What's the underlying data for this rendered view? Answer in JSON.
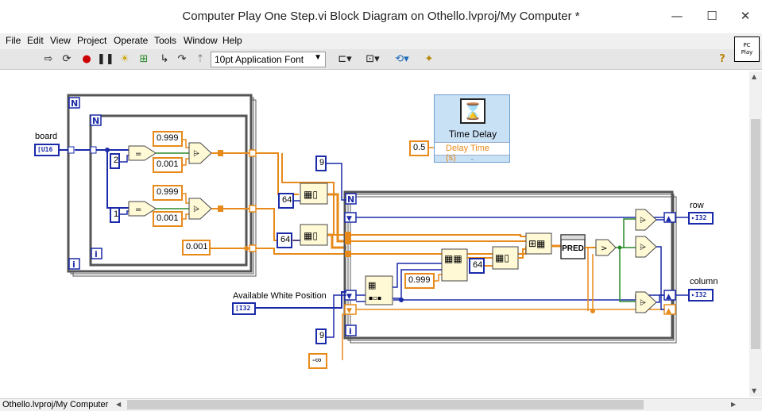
{
  "window": {
    "title": "Computer Play One Step.vi Block Diagram on Othello.lvproj/My Computer *",
    "minimize_glyph": "—",
    "maximize_glyph": "☐",
    "close_glyph": "✕"
  },
  "menu": [
    "File",
    "Edit",
    "View",
    "Project",
    "Operate",
    "Tools",
    "Window",
    "Help"
  ],
  "toolbar": {
    "font_select": "10pt Application Font",
    "help_glyph": "?"
  },
  "vi_icon": {
    "line1": "PC",
    "line2": "Play"
  },
  "diagram": {
    "board_label": "board",
    "board_type": "U16",
    "const_2": "2",
    "const_1": "1",
    "const_0999_a": "0.999",
    "const_0001_a": "0.001",
    "const_0999_b": "0.999",
    "const_0001_b": "0.001",
    "const_0001_c": "0.001",
    "loop_n": "N",
    "loop_i": "i",
    "const_64_a": "64",
    "const_64_b": "64",
    "const_64_c": "64",
    "const_9_top": "9",
    "const_9_bottom": "9",
    "const_05": "0.5",
    "time_delay_title": "Time Delay",
    "delay_time_label": "Delay Time (s)",
    "const_0999_c": "0.999",
    "pred_label": "PRED",
    "avail_label": "Available White Position",
    "avail_type": "I32",
    "neg_inf": "-∞",
    "row_label": "row",
    "row_type": "I32",
    "column_label": "column",
    "column_type": "I32"
  },
  "status": {
    "context": "Othello.lvproj/My Computer"
  },
  "colors": {
    "blue_wire": "#1a2aa8",
    "orange_wire": "#e88a1a",
    "loop_border": "#555555"
  }
}
